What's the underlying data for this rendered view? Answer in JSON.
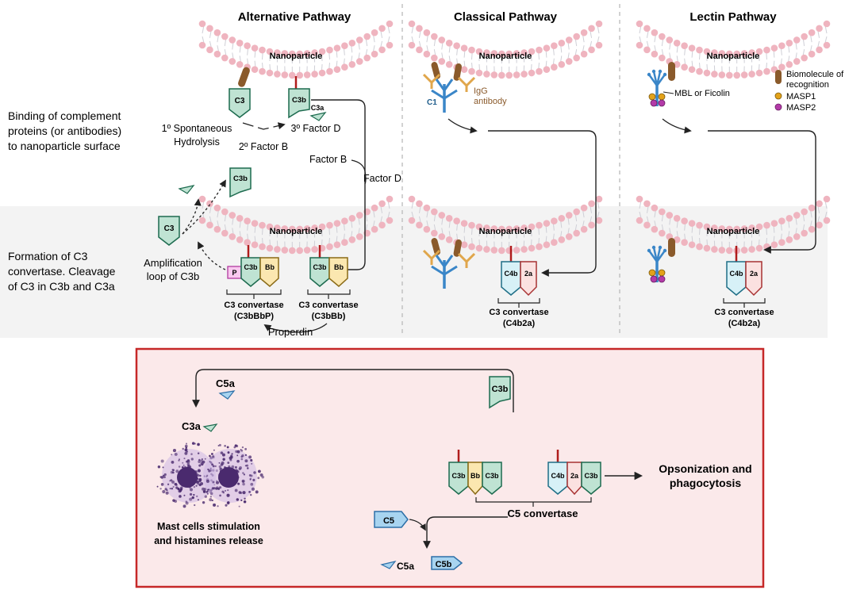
{
  "pathways": {
    "alternative": "Alternative Pathway",
    "classical": "Classical Pathway",
    "lectin": "Lectin Pathway"
  },
  "rows": {
    "binding": [
      "Binding of complement",
      "proteins (or antibodies)",
      "to nanoparticle surface"
    ],
    "formation": [
      "Formation of C3",
      "convertase. Cleavage",
      "of C3 in C3b and C3a"
    ]
  },
  "nanoparticle_label": "Nanoparticle",
  "alternative": {
    "c3": "C3",
    "c3b": "C3b",
    "c3a": "C3a",
    "step1": [
      "1º Spontaneous",
      "Hydrolysis"
    ],
    "step2": "2º Factor B",
    "step3": "3º Factor D",
    "factor_b": "Factor B",
    "factor_d": "Factor D",
    "amplification": [
      "Amplification",
      "loop of C3b"
    ],
    "p": "P",
    "bb": "Bb",
    "conv1": [
      "C3 convertase",
      "(C3bBbP)"
    ],
    "conv2": [
      "C3 convertase",
      "(C3bBb)"
    ],
    "properdin": "Properdin"
  },
  "classical": {
    "c1": "C1",
    "igg": [
      "IgG",
      "antibody"
    ],
    "c4b": "C4b",
    "a2": "2a",
    "conv": [
      "C3 convertase",
      "(C4b2a)"
    ]
  },
  "lectin": {
    "mbl": "MBL or Ficolin",
    "legend": {
      "biomolecule": [
        "Biomolecule of",
        "recognition"
      ],
      "masp1": "MASP1",
      "masp2": "MASP2"
    },
    "c4b": "C4b",
    "a2": "2a",
    "conv": [
      "C3 convertase",
      "(C4b2a)"
    ]
  },
  "bottom": {
    "c5a": "C5a",
    "c3a": "C3a",
    "c3b": "C3b",
    "mast": [
      "Mast cells stimulation",
      "and histamines release"
    ],
    "c3b_unit": "C3b",
    "bb": "Bb",
    "c4b": "C4b",
    "a2": "2a",
    "opson": [
      "Opsonization and",
      "phagocytosis"
    ],
    "c5": "C5",
    "c5_conv": "C5 convertase",
    "c5a_out": "C5a",
    "c5b_out": "C5b"
  },
  "colors": {
    "c3_fill": "#bfe3d3",
    "c3_stroke": "#1d6b4f",
    "bb_fill": "#fbe7b0",
    "bb_stroke": "#8a6a16",
    "c4b_fill": "#d7f1f7",
    "c4b_stroke": "#1f6e86",
    "a2_fill": "#fbe1e0",
    "a2_stroke": "#a83232",
    "p_fill": "#f9c9ef",
    "p_stroke": "#b23aa0",
    "c5_fill": "#a8d4f0",
    "c5_stroke": "#2d6fa7",
    "lipid": "#efb4bf",
    "tail": "#cfcfd6",
    "rod": "#b01c1c",
    "band": "#f3f3f3",
    "box_fill": "#fbe9ea",
    "box_stroke": "#c62828",
    "antibody": "#8a5a2b",
    "fab": "#e0a64b",
    "c1": "#3a86c8",
    "masp1": "#e3a21a",
    "masp2": "#b33aa8",
    "mast": "#4a2a6e"
  }
}
